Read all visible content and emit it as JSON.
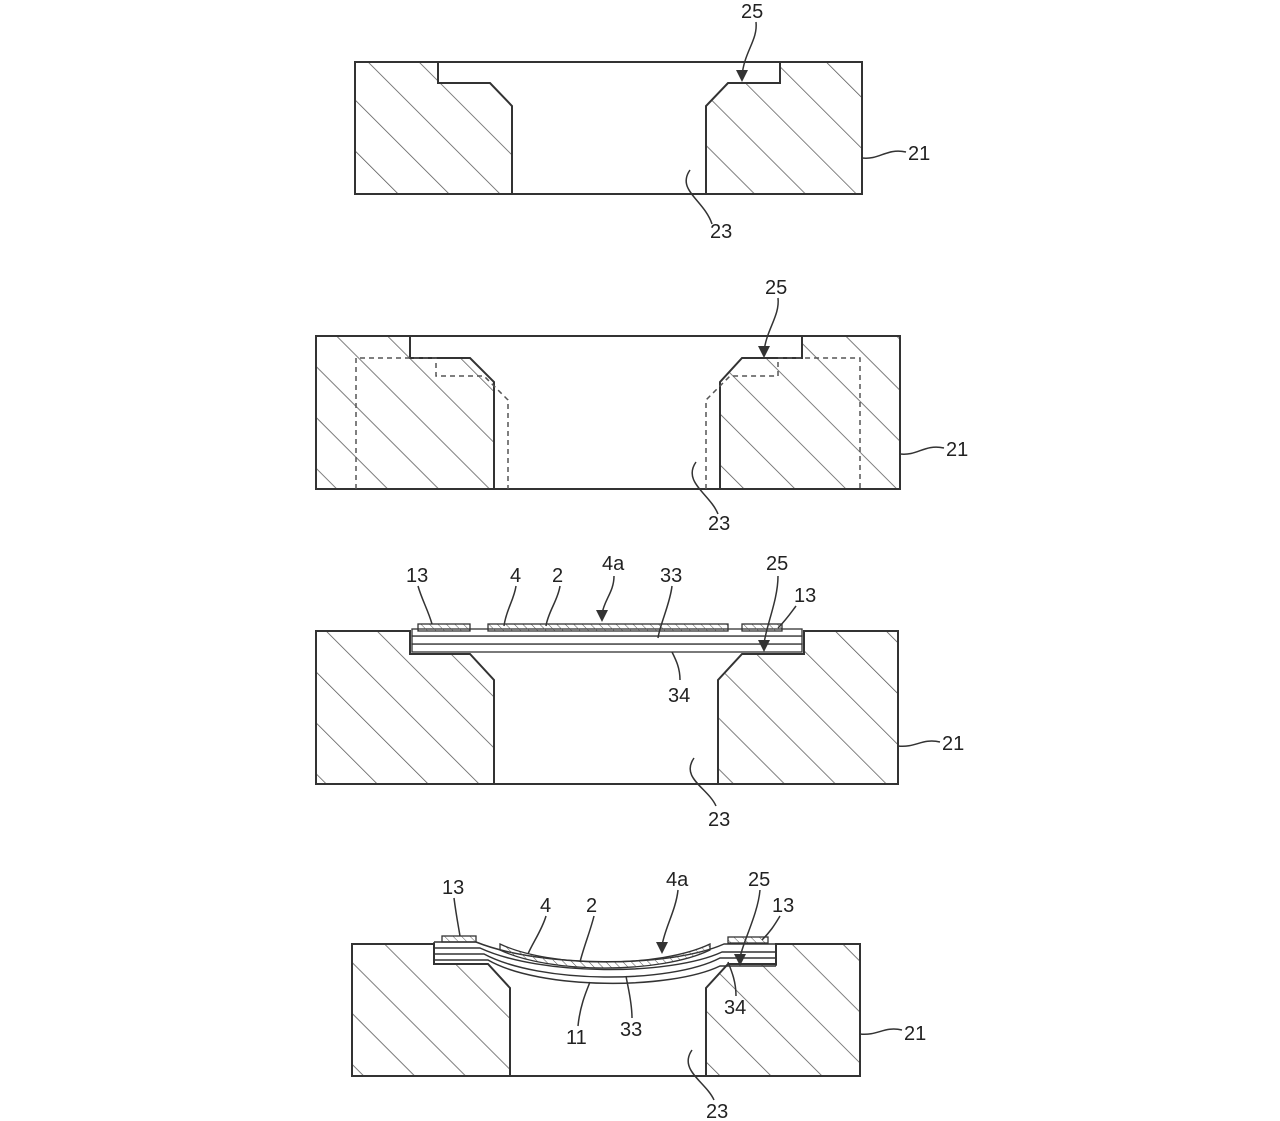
{
  "figures": [
    {
      "labels": {
        "recess": "25",
        "die": "21",
        "hole": "23"
      }
    },
    {
      "labels": {
        "recess": "25",
        "die": "21",
        "hole": "23"
      }
    },
    {
      "labels": {
        "pad_left": "13",
        "layer4": "4",
        "layer2": "2",
        "film": "4a",
        "layer33": "33",
        "recess": "25",
        "pad_right": "13",
        "layer34": "34",
        "die": "21",
        "hole": "23"
      }
    },
    {
      "labels": {
        "pad_left": "13",
        "layer4": "4",
        "layer2": "2",
        "film": "4a",
        "recess": "25",
        "pad_right": "13",
        "layer34": "34",
        "layer11": "11",
        "layer33": "33",
        "die": "21",
        "hole": "23"
      }
    }
  ]
}
